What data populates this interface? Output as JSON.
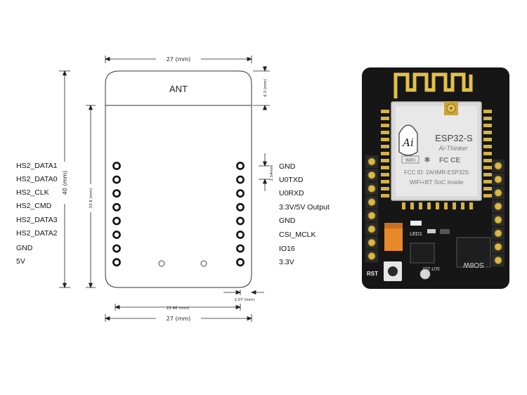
{
  "diagram": {
    "antenna_label": "ANT",
    "left_pins": [
      "HS2_DATA1",
      "HS2_DATA0",
      "HS2_CLK",
      "HS2_CMD",
      "HS2_DATA3",
      "HS2_DATA2",
      "GND",
      "5V"
    ],
    "right_pins": [
      "GND",
      "U0TXD",
      "U0RXD",
      "3.3V/5V Output",
      "GND",
      "CSI_MCLK",
      "IO16",
      "3.3V"
    ],
    "dimensions": {
      "top_width": "27 (mm)",
      "bottom_width": "27 (mm)",
      "pin_span": "22.86 (mm)",
      "edge_offset": "2.07 (mm)",
      "height_total": "40 (mm)",
      "height_inner": "33.8 (mm)",
      "antenna_height": "6.3 (mm)",
      "pin_pitch": "2.54mm"
    }
  },
  "board_photo": {
    "module_brand": "ESP32-S",
    "module_maker": "Ai-Thinker",
    "fcc_text": "FCC ID: 2AHMR-ESP32S",
    "wifi_text": "WiFi+BT SoC Inside",
    "logo_text": "Ai",
    "wifi_badge": "WiFi",
    "ce_fc_text": "FC CE",
    "rst_label": "RST",
    "led_label": "LED1",
    "sot_label": "SOT-223",
    "chip_label": "SO8W"
  },
  "colors": {
    "line": "#222222",
    "pcb": "#161616",
    "gold": "#e2c04a",
    "silkscreen": "#f0f0f0"
  }
}
